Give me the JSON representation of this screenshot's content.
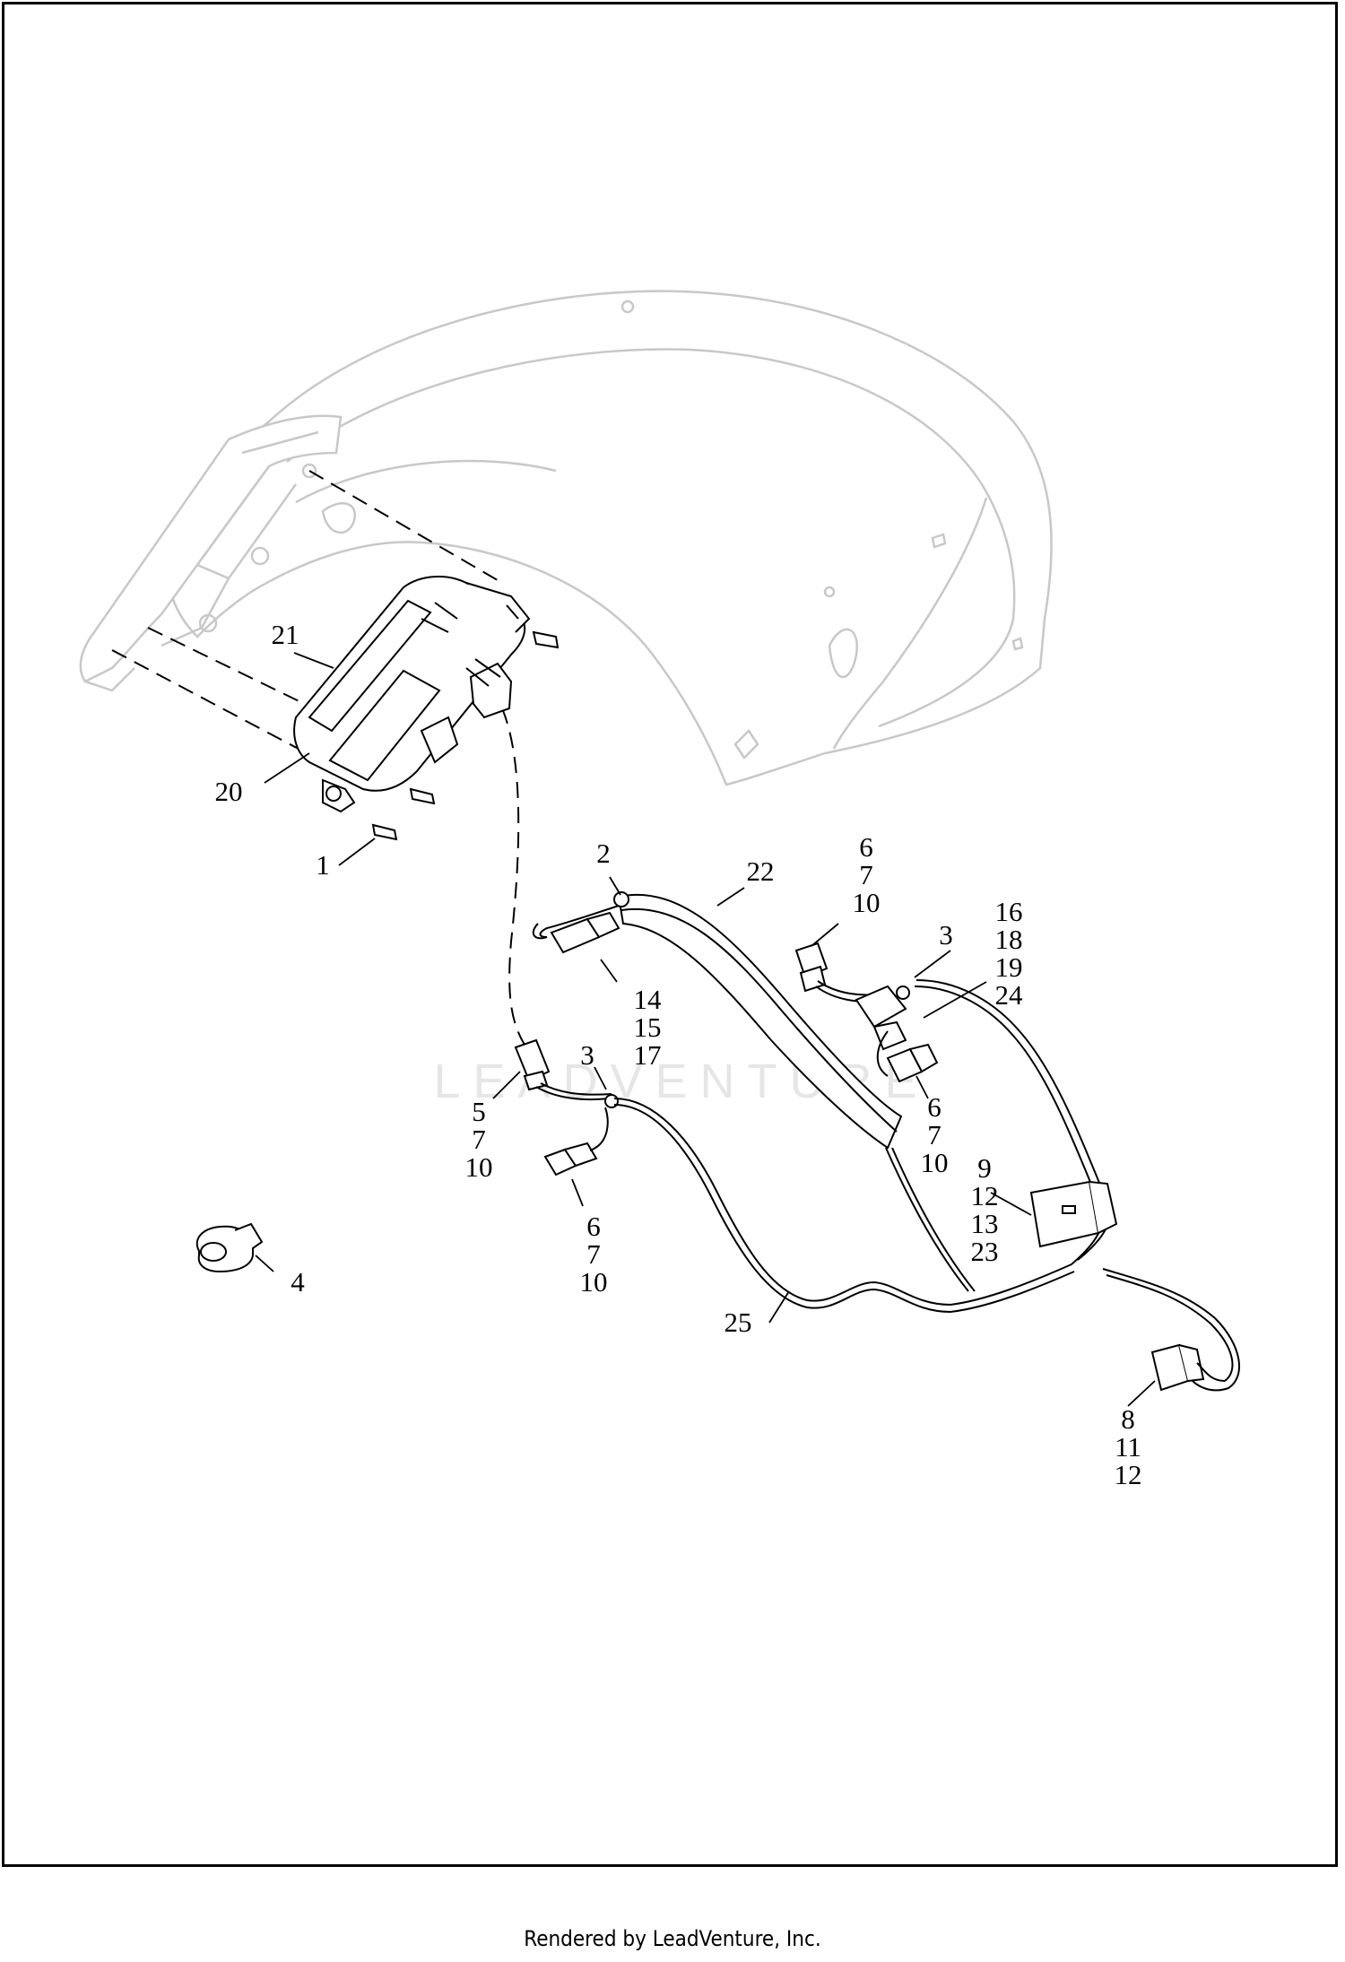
{
  "watermark": "LEADVENTURE",
  "footer": "Rendered by LeadVenture, Inc.",
  "callouts": [
    {
      "id": "c1",
      "lines": [
        "1"
      ]
    },
    {
      "id": "c2",
      "lines": [
        "2"
      ]
    },
    {
      "id": "c3a",
      "lines": [
        "3"
      ]
    },
    {
      "id": "c3b",
      "lines": [
        "3"
      ]
    },
    {
      "id": "c4",
      "lines": [
        "4"
      ]
    },
    {
      "id": "c5",
      "lines": [
        "5",
        "7",
        "10"
      ]
    },
    {
      "id": "c6a",
      "lines": [
        "6",
        "7",
        "10"
      ]
    },
    {
      "id": "c6b",
      "lines": [
        "6",
        "7",
        "10"
      ]
    },
    {
      "id": "c6c",
      "lines": [
        "6",
        "7",
        "10"
      ]
    },
    {
      "id": "c8",
      "lines": [
        "8",
        "11",
        "12"
      ]
    },
    {
      "id": "c9",
      "lines": [
        "9",
        "12",
        "13",
        "23"
      ]
    },
    {
      "id": "c14",
      "lines": [
        "14",
        "15",
        "17"
      ]
    },
    {
      "id": "c16",
      "lines": [
        "16",
        "18",
        "19",
        "24"
      ]
    },
    {
      "id": "c20",
      "lines": [
        "20"
      ]
    },
    {
      "id": "c21",
      "lines": [
        "21"
      ]
    },
    {
      "id": "c22",
      "lines": [
        "22"
      ]
    },
    {
      "id": "c25",
      "lines": [
        "25"
      ]
    }
  ]
}
